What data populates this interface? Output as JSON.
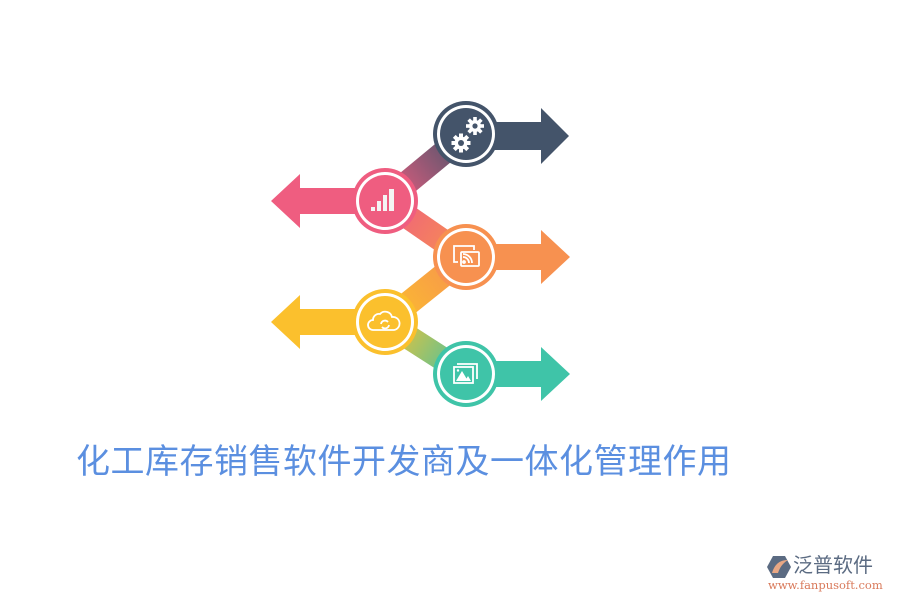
{
  "title": "化工库存销售软件开发商及一体化管理作用",
  "colors": {
    "title": "#5b8fe0",
    "step_1": "#44546a",
    "step_2": "#ef5d80",
    "step_3": "#f79150",
    "step_4": "#fbc02d",
    "step_5": "#3fc4a8"
  },
  "steps": [
    {
      "index": 1,
      "icon": "gears-icon",
      "color": "#44546a",
      "arrow_direction": "right"
    },
    {
      "index": 2,
      "icon": "bar-chart-icon",
      "color": "#ef5d80",
      "arrow_direction": "left"
    },
    {
      "index": 3,
      "icon": "screen-cast-icon",
      "color": "#f79150",
      "arrow_direction": "right"
    },
    {
      "index": 4,
      "icon": "cloud-sync-icon",
      "color": "#fbc02d",
      "arrow_direction": "left"
    },
    {
      "index": 5,
      "icon": "image-gallery-icon",
      "color": "#3fc4a8",
      "arrow_direction": "right"
    }
  ],
  "logo": {
    "name": "泛普软件",
    "url": "www.fanpusoft.com"
  }
}
